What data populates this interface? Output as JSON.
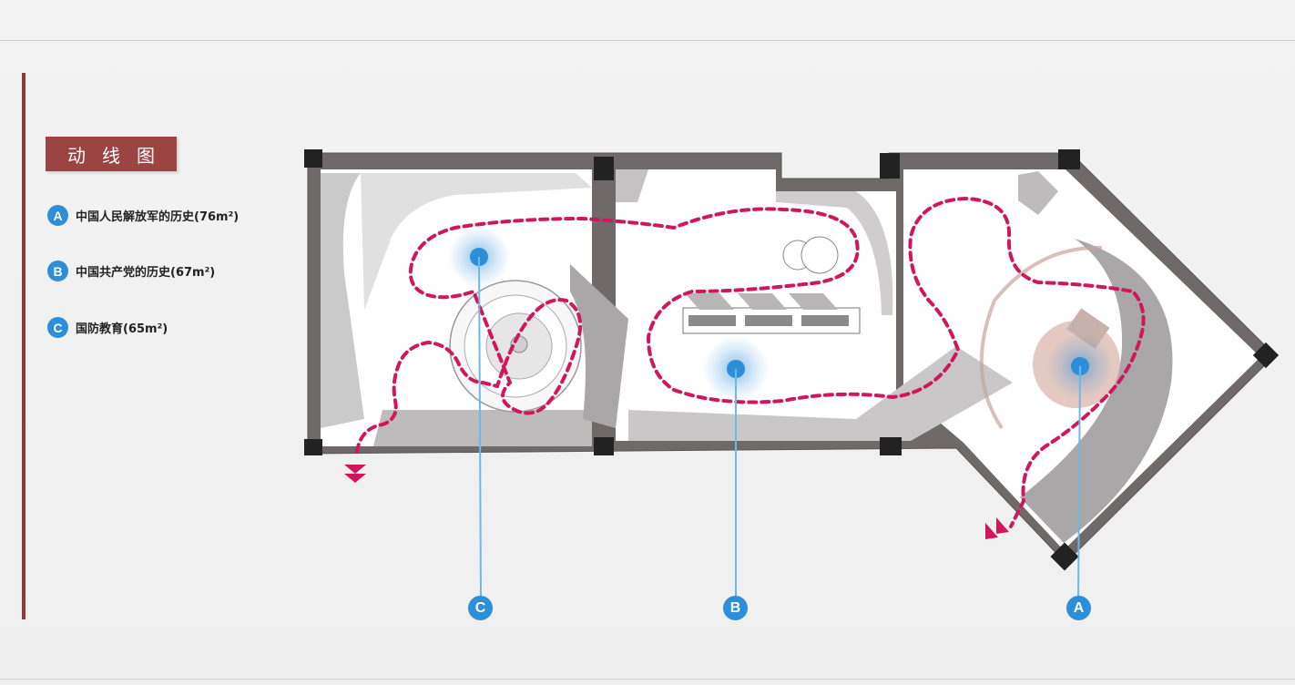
{
  "title": "动线图",
  "legend": [
    {
      "badge": "A",
      "label": "中国人民解放军的历史(76m²)"
    },
    {
      "badge": "B",
      "label": "中国共产党的历史(67m²)"
    },
    {
      "badge": "C",
      "label": "国防教育(65m²)"
    }
  ],
  "markers": {
    "a": "A",
    "b": "B",
    "c": "C"
  },
  "colors": {
    "accent_red": "#9c4441",
    "route": "#d0175e",
    "marker_blue": "#2c8fd8",
    "wall": "#6f6a69"
  }
}
